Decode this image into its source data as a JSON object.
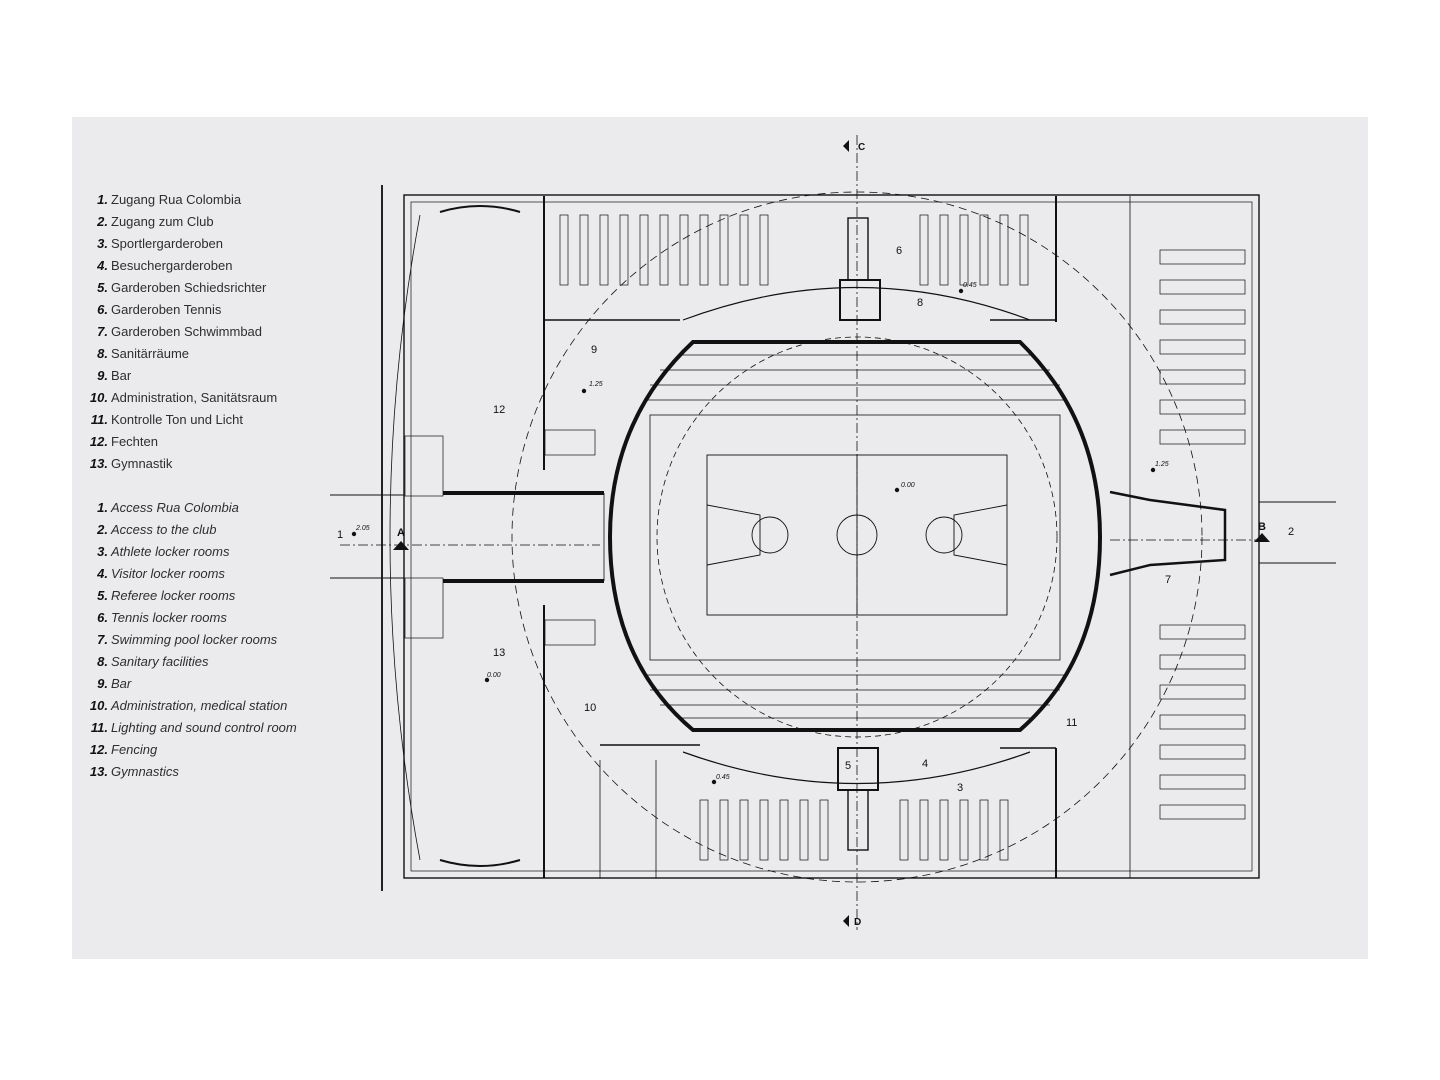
{
  "legend_de": [
    {
      "num": "1.",
      "text": "Zugang Rua Colombia"
    },
    {
      "num": "2.",
      "text": "Zugang zum Club"
    },
    {
      "num": "3.",
      "text": "Sportlergarderoben"
    },
    {
      "num": "4.",
      "text": "Besuchergarderoben"
    },
    {
      "num": "5.",
      "text": "Garderoben Schiedsrichter"
    },
    {
      "num": "6.",
      "text": "Garderoben Tennis"
    },
    {
      "num": "7.",
      "text": "Garderoben Schwimmbad"
    },
    {
      "num": "8.",
      "text": "Sanitärräume"
    },
    {
      "num": "9.",
      "text": "Bar"
    },
    {
      "num": "10.",
      "text": "Administration, Sanitätsraum"
    },
    {
      "num": "11.",
      "text": "Kontrolle Ton und Licht"
    },
    {
      "num": "12.",
      "text": "Fechten"
    },
    {
      "num": "13.",
      "text": "Gymnastik"
    }
  ],
  "legend_en": [
    {
      "num": "1.",
      "text": "Access Rua Colombia"
    },
    {
      "num": "2.",
      "text": "Access to the club"
    },
    {
      "num": "3.",
      "text": "Athlete locker rooms"
    },
    {
      "num": "4.",
      "text": "Visitor locker rooms"
    },
    {
      "num": "5.",
      "text": "Referee locker rooms"
    },
    {
      "num": "6.",
      "text": "Tennis locker rooms"
    },
    {
      "num": "7.",
      "text": "Swimming pool locker rooms"
    },
    {
      "num": "8.",
      "text": "Sanitary facilities"
    },
    {
      "num": "9.",
      "text": "Bar"
    },
    {
      "num": "10.",
      "text": "Administration, medical station"
    },
    {
      "num": "11.",
      "text": "Lighting and sound control room"
    },
    {
      "num": "12.",
      "text": "Fencing"
    },
    {
      "num": "13.",
      "text": "Gymnastics"
    }
  ],
  "plan": {
    "section_markers": {
      "a": "A",
      "b": "B",
      "c": "C",
      "d": "D"
    },
    "room_numbers": {
      "r1": "1",
      "r2": "2",
      "r3": "3",
      "r4": "4",
      "r5": "5",
      "r6": "6",
      "r7": "7",
      "r8": "8",
      "r9": "9",
      "r10": "10",
      "r11": "11",
      "r12": "12",
      "r13": "13"
    },
    "elevations": {
      "court": "0.00",
      "gym": "0.00",
      "entrance_west": "2.05",
      "bar_level": "1.25",
      "east_level": "1.25",
      "north_level": "0.45",
      "south_level": "0.45"
    }
  }
}
